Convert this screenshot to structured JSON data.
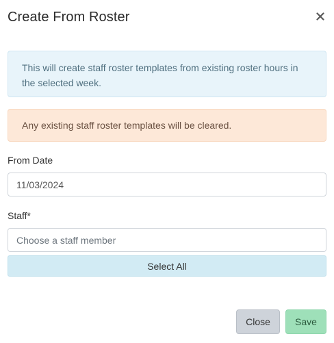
{
  "modal": {
    "title": "Create From Roster",
    "close_icon": "close-icon"
  },
  "alerts": {
    "info": "This will create staff roster templates from existing roster hours in the selected week.",
    "warning": "Any existing staff roster templates will be cleared."
  },
  "form": {
    "from_date_label": "From Date",
    "from_date_value": "11/03/2024",
    "staff_label": "Staff*",
    "staff_placeholder": "Choose a staff member",
    "select_all_label": "Select All"
  },
  "footer": {
    "close_label": "Close",
    "save_label": "Save"
  },
  "colors": {
    "info_bg": "#e8f4fa",
    "warning_bg": "#fde8d8",
    "select_all_bg": "#d2ebf4",
    "close_btn_bg": "#ced3da",
    "save_btn_bg": "#9ee0b9"
  }
}
